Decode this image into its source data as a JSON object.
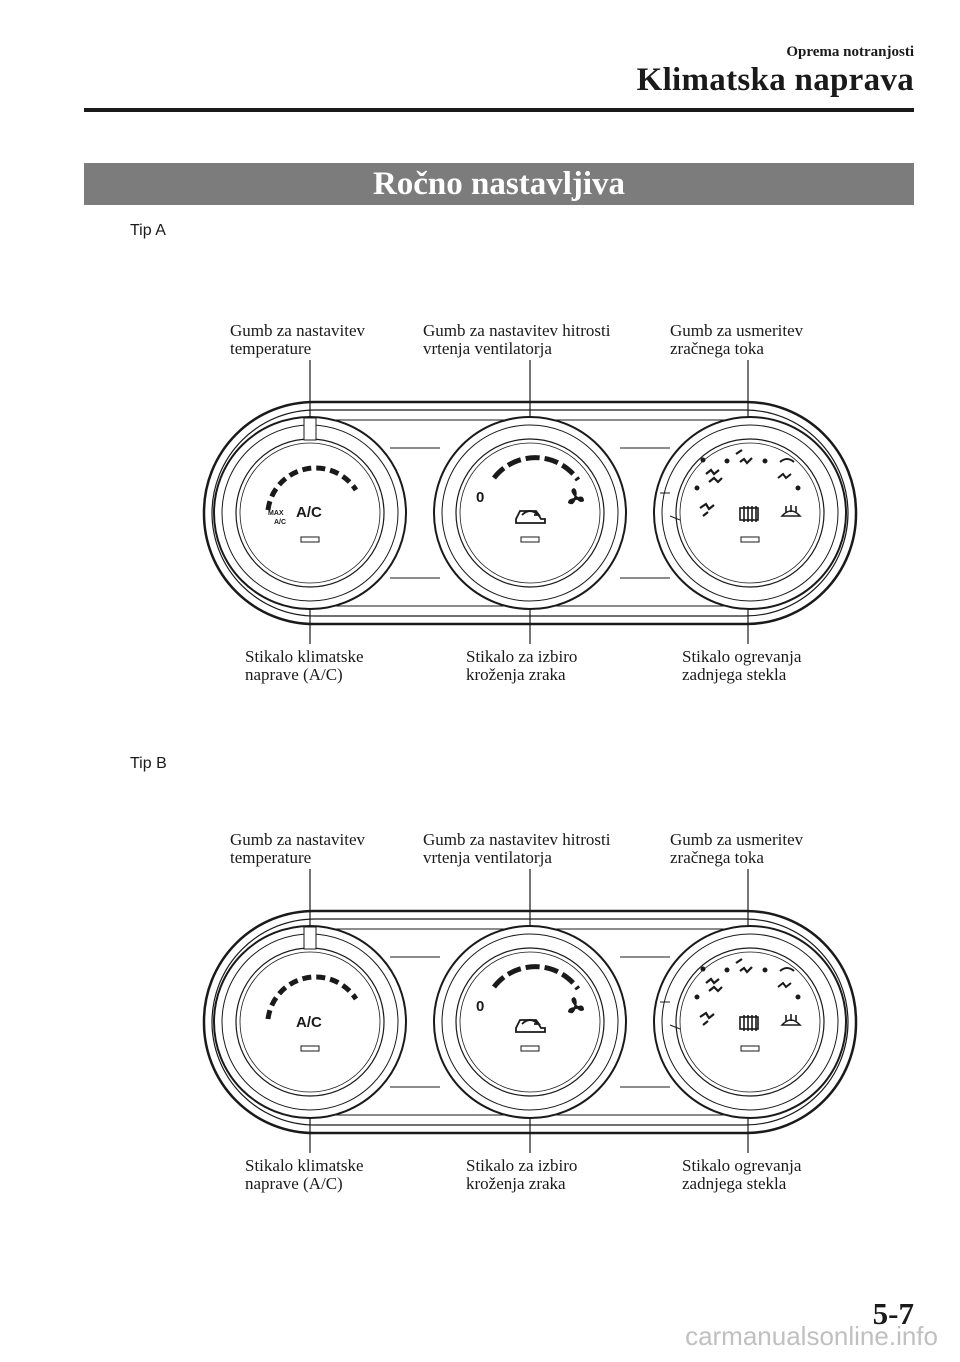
{
  "header": {
    "section": "Oprema notranjosti",
    "title": "Klimatska naprava"
  },
  "banner": "Ročno nastavljiva",
  "tips": [
    {
      "label": "Tip A",
      "top_labels": [
        {
          "line1": "Gumb za nastavitev",
          "line2": "temperature"
        },
        {
          "line1": "Gumb za nastavitev hitrosti",
          "line2": "vrtenja ventilatorja"
        },
        {
          "line1": "Gumb za usmeritev",
          "line2": "zračnega toka"
        }
      ],
      "bottom_labels": [
        {
          "line1": "Stikalo klimatske",
          "line2": "naprave (A/C)"
        },
        {
          "line1": "Stikalo za izbiro",
          "line2": "kroženja zraka"
        },
        {
          "line1": "Stikalo ogrevanja",
          "line2": "zadnjega stekla"
        }
      ],
      "dial_text": {
        "ac": "A/C",
        "max": "MAX",
        "max_ac": "A/C",
        "fan_zero": "0"
      }
    },
    {
      "label": "Tip B",
      "top_labels": [
        {
          "line1": "Gumb za nastavitev",
          "line2": "temperature"
        },
        {
          "line1": "Gumb za nastavitev hitrosti",
          "line2": "vrtenja ventilatorja"
        },
        {
          "line1": "Gumb za usmeritev",
          "line2": "zračnega toka"
        }
      ],
      "bottom_labels": [
        {
          "line1": "Stikalo klimatske",
          "line2": "naprave (A/C)"
        },
        {
          "line1": "Stikalo za izbiro",
          "line2": "kroženja zraka"
        },
        {
          "line1": "Stikalo ogrevanja",
          "line2": "zadnjega stekla"
        }
      ],
      "dial_text": {
        "ac": "A/C",
        "fan_zero": "0"
      }
    }
  ],
  "page_number": "5-7",
  "watermark": "carmanualsonline.info"
}
